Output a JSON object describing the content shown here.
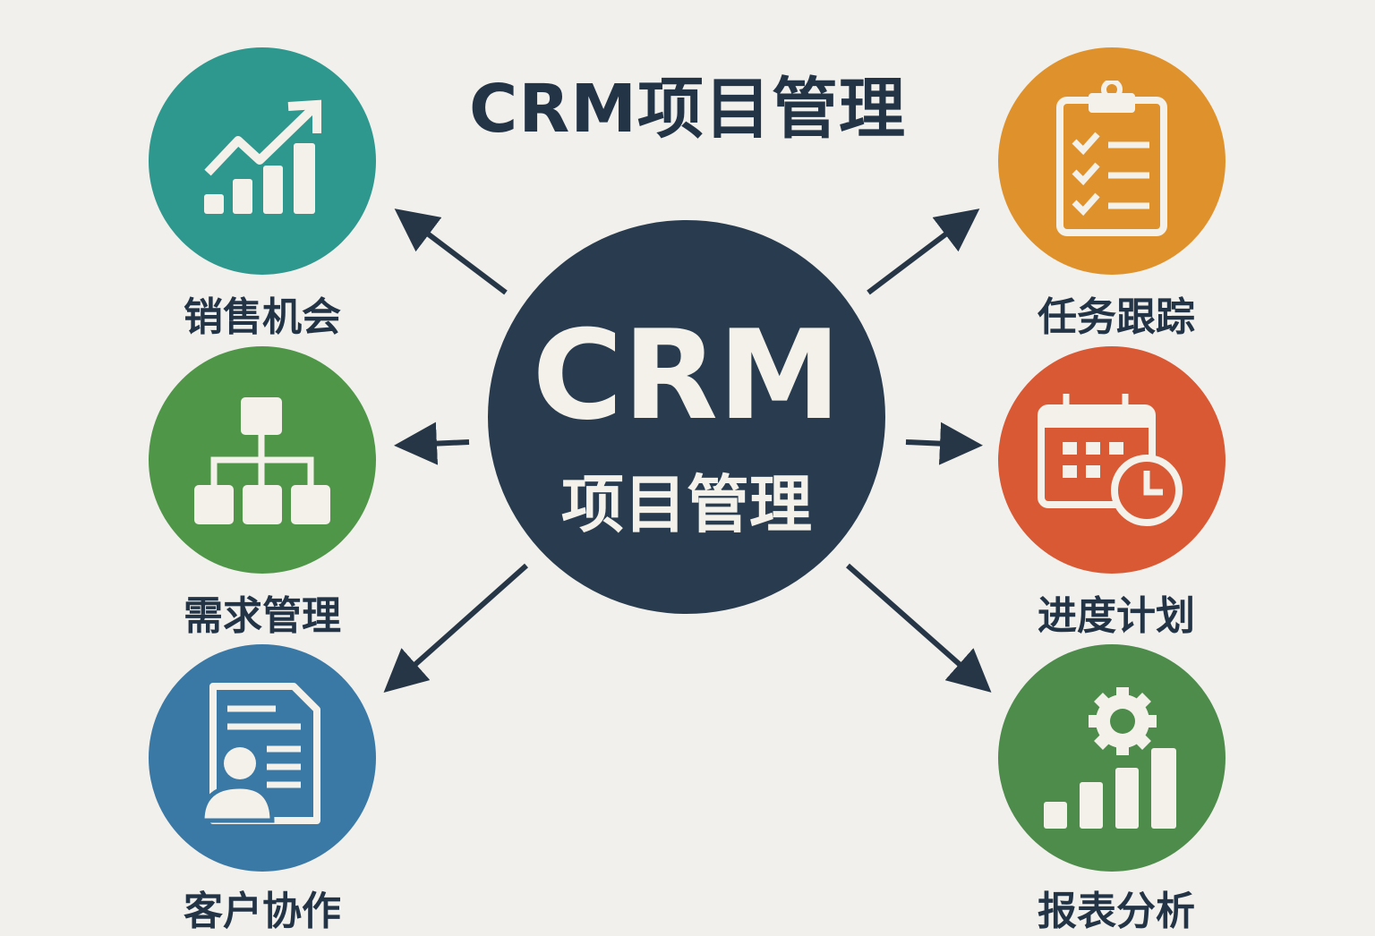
{
  "title": "CRM项目管理",
  "center": {
    "main": "CRM",
    "sub": "项目管理",
    "color": "#293c4f"
  },
  "nodes": [
    {
      "label": "销售机会",
      "icon": "growth-chart-icon",
      "color": "#2e978e"
    },
    {
      "label": "需求管理",
      "icon": "hierarchy-icon",
      "color": "#4f9648"
    },
    {
      "label": "客户协作",
      "icon": "contact-document-icon",
      "color": "#3a79a6"
    },
    {
      "label": "任务跟踪",
      "icon": "checklist-clipboard-icon",
      "color": "#df922c"
    },
    {
      "label": "进度计划",
      "icon": "calendar-clock-icon",
      "color": "#d85934"
    },
    {
      "label": "报表分析",
      "icon": "gear-bar-chart-icon",
      "color": "#4e8c4c"
    }
  ]
}
